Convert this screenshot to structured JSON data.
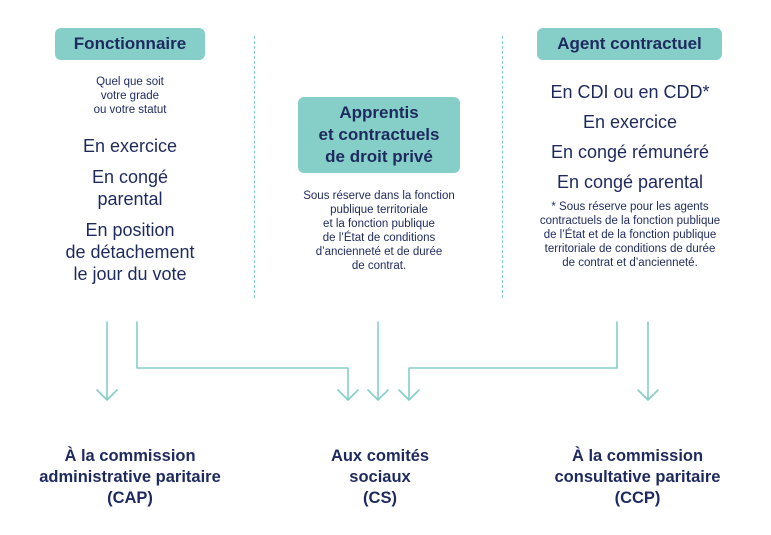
{
  "columns": {
    "fonctionnaire": {
      "title": "Fonctionnaire",
      "note_lines": [
        "Quel que soit",
        "votre grade",
        "ou votre statut"
      ],
      "items": [
        [
          "En exercice"
        ],
        [
          "En congé",
          "parental"
        ],
        [
          "En position",
          "de détachement",
          "le jour du vote"
        ]
      ]
    },
    "apprentis": {
      "title_lines": [
        "Apprentis",
        "et contractuels",
        "de droit privé"
      ],
      "note_lines": [
        "Sous réserve dans la fonction",
        "publique territoriale",
        "et la fonction publique",
        "de l’État de conditions",
        "d’ancienneté et de durée",
        "de contrat."
      ]
    },
    "agent": {
      "title": "Agent contractuel",
      "items": [
        "En CDI ou en CDD*",
        "En exercice",
        "En congé rémunéré",
        "En congé parental"
      ],
      "note_lines": [
        "* Sous réserve pour les agents",
        "contractuels de la fonction publique",
        "de l’État et de la fonction publique",
        "territoriale de conditions de durée",
        "de contrat et d’ancienneté."
      ]
    }
  },
  "destinations": {
    "cap": [
      "À la commission",
      "administrative paritaire",
      "(CAP)"
    ],
    "cs": [
      "Aux comités",
      "sociaux",
      "(CS)"
    ],
    "ccp": [
      "À la commission",
      "consultative paritaire",
      "(CCP)"
    ]
  },
  "colors": {
    "accent": "#86cfc8",
    "text": "#1e2a5e",
    "arrow": "#86cfc8"
  }
}
